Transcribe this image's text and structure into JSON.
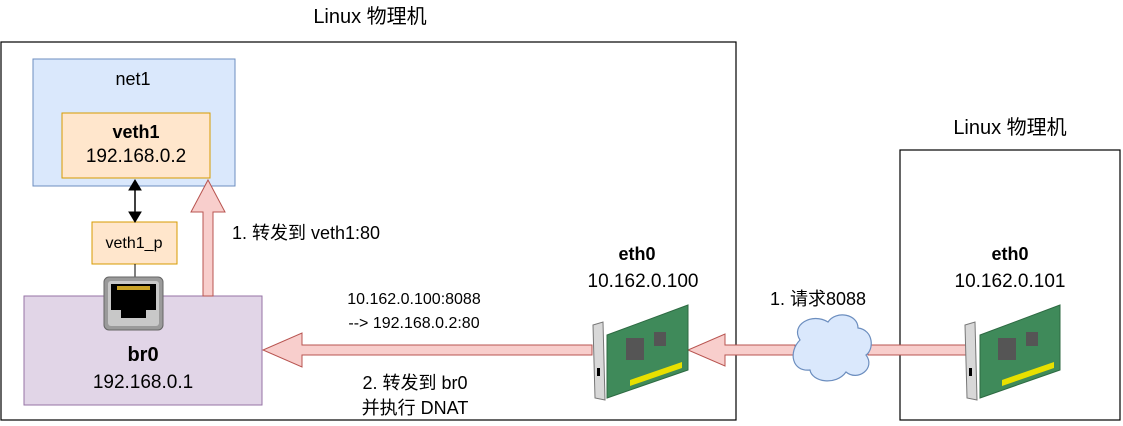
{
  "host_left": {
    "title": "Linux 物理机"
  },
  "host_right": {
    "title": "Linux 物理机"
  },
  "net1": {
    "label": "net1"
  },
  "veth1": {
    "name": "veth1",
    "ip": "192.168.0.2"
  },
  "veth1_p": {
    "name": "veth1_p"
  },
  "br0": {
    "name": "br0",
    "ip": "192.168.0.1"
  },
  "eth0_left": {
    "name": "eth0",
    "ip": "10.162.0.100"
  },
  "eth0_right": {
    "name": "eth0",
    "ip": "10.162.0.101"
  },
  "labels": {
    "forward_veth1": "1. 转发到 veth1:80",
    "dnat_line1": "10.162.0.100:8088",
    "dnat_line2": "--> 192.168.0.2:80",
    "forward_br0_line1": "2. 转发到 br0",
    "forward_br0_line2": "并执行 DNAT",
    "request": "1. 请求8088"
  },
  "colors": {
    "net1_fill": "#dae8fc",
    "veth_fill": "#ffe6cc",
    "br0_fill": "#e1d5e7",
    "arrow_fill": "#f8cecc",
    "arrow_stroke": "#b85450"
  }
}
